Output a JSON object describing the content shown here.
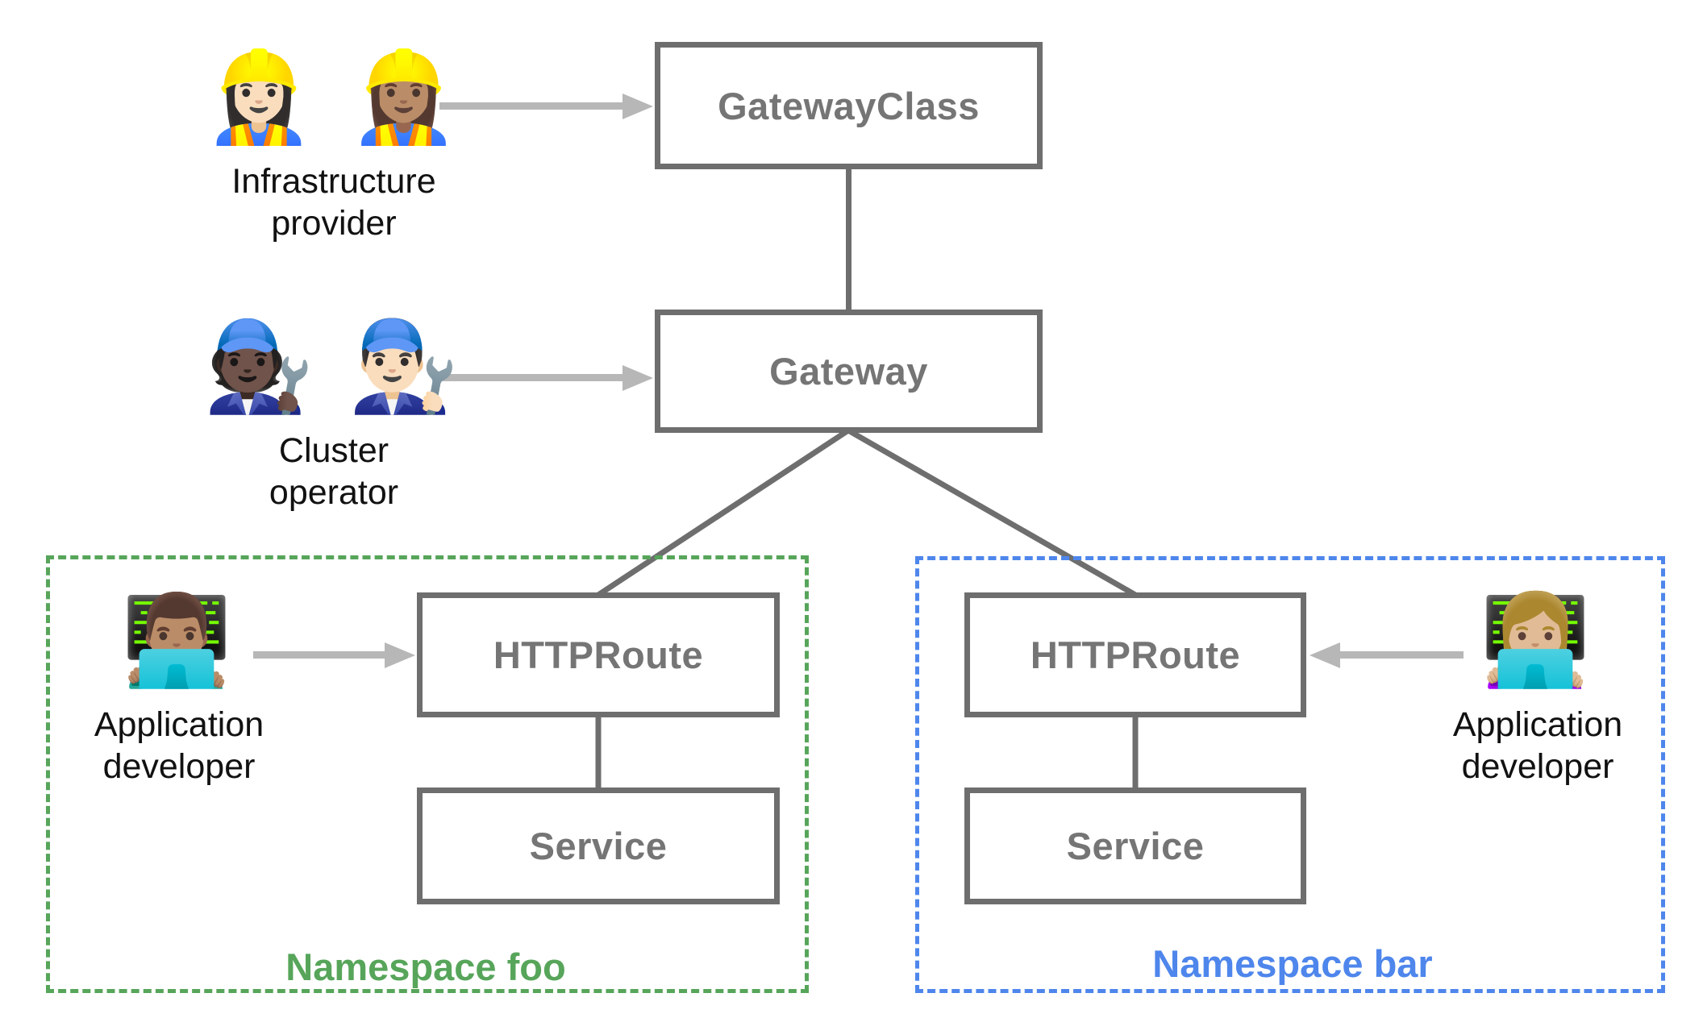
{
  "colors": {
    "line-gray": "#6e6e6e",
    "node-text-gray": "#757575",
    "arrow-gray": "#b7b7b7",
    "ns-green": "#57a55a",
    "ns-blue": "#4e86ec",
    "label-black": "#111111"
  },
  "nodes": {
    "gatewayclass": {
      "label": "GatewayClass"
    },
    "gateway": {
      "label": "Gateway"
    },
    "httproute_foo": {
      "label": "HTTPRoute"
    },
    "service_foo": {
      "label": "Service"
    },
    "httproute_bar": {
      "label": "HTTPRoute"
    },
    "service_bar": {
      "label": "Service"
    }
  },
  "personas": {
    "infrastructure_provider": {
      "emojis": "👷🏻‍♀️ 👷🏽‍♀️",
      "label_line1": "Infrastructure",
      "label_line2": "provider"
    },
    "cluster_operator": {
      "emojis": "🧑🏿‍🔧 👨🏻‍🔧",
      "label_line1": "Cluster",
      "label_line2": "operator"
    },
    "app_developer_foo": {
      "emojis": "👨🏽‍💻",
      "label_line1": "Application",
      "label_line2": "developer"
    },
    "app_developer_bar": {
      "emojis": "👩🏼‍💻",
      "label_line1": "Application",
      "label_line2": "developer"
    }
  },
  "namespaces": {
    "foo": {
      "label": "Namespace foo"
    },
    "bar": {
      "label": "Namespace bar"
    }
  }
}
